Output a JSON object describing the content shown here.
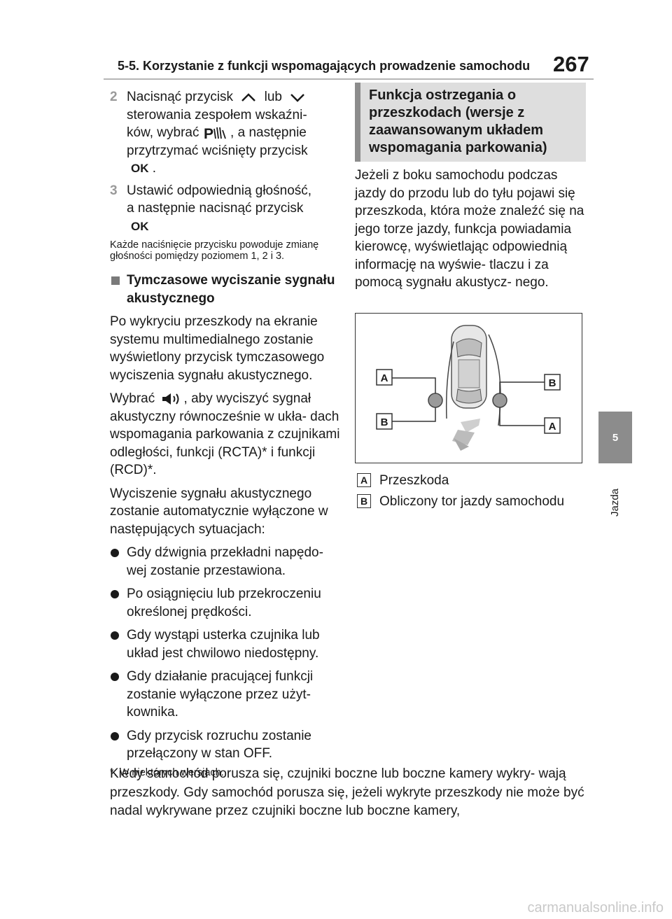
{
  "header": {
    "title": "5-5. Korzystanie z funkcji wspomagających prowadzenie samochodu",
    "page_number": "267"
  },
  "side_tab": {
    "number": "5",
    "label": "Jazda"
  },
  "left_column": {
    "step2": {
      "number": "2",
      "t1": "Nacisnąć przycisk",
      "t2": "lub",
      "t3": "sterowania zespołem wskaźni-",
      "t4": "ków, wybrać",
      "t5": ", a następnie",
      "t6": "przytrzymać wciśnięty przycisk",
      "t7": "."
    },
    "step3": {
      "number": "3",
      "t1": "Ustawić odpowiednią głośność,",
      "t2": "a następnie nacisnąć przycisk"
    },
    "ok_label": "OK",
    "note": "Każde naciśnięcie przycisku powoduje zmianę głośności pomiędzy poziomem 1, 2 i 3.",
    "mute_heading": "Tymczasowe wyciszanie sygnału akustycznego",
    "para1": "Po wykryciu przeszkody na ekranie systemu multimedialnego zostanie wyświetlony przycisk tymczasowego wyciszenia sygnału akustycznego.",
    "para2a": "Wybrać",
    "para2b": ", aby wyciszyć sygnał akustyczny równocześnie w ukła- dach wspomagania parkowania z czujnikami odległości, funkcji (RCTA)* i funkcji (RCD)*.",
    "para3": "Wyciszenie sygnału akustycznego zostanie automatycznie wyłączone w następujących sytuacjach:",
    "bullets": [
      "Gdy dźwignia przekładni napędo- wej zostanie przestawiona.",
      "Po osiągnięciu lub przekroczeniu określonej prędkości.",
      "Gdy wystąpi usterka czujnika lub układ jest chwilowo niedostępny.",
      "Gdy działanie pracującej funkcji zostanie wyłączone przez użyt- kownika.",
      "Gdy przycisk rozruchu zostanie przełączony w stan OFF."
    ],
    "footnote": "*: W niektórych wersjach."
  },
  "right_column": {
    "section_title": "Funkcja ostrzegania o przeszkodach (wersje z zaawansowanym układem wspomagania parkowania)",
    "para": "Jeżeli z boku samochodu podczas jazdy do przodu lub do tyłu pojawi się przeszkoda, która może znaleźć się na jego torze jazdy, funkcja powiadamia kierowcę, wyświetlając odpowiednią informację na wyświe- tlaczu i za pomocą sygnału akustycz- nego.",
    "diagram_labels": {
      "a": "A",
      "b": "B"
    },
    "legend": [
      {
        "letter": "A",
        "text": "Przeszkoda"
      },
      {
        "letter": "B",
        "text": "Obliczony tor jazdy samochodu"
      }
    ]
  },
  "full_width_text": "Kiedy samochód porusza się, czujniki boczne lub boczne kamery wykry- wają przeszkody. Gdy samochód porusza się, jeżeli wykryte przeszkody nie może być nadal wykrywane przez czujniki boczne lub boczne kamery,",
  "watermark": "carmanualsonline.info"
}
